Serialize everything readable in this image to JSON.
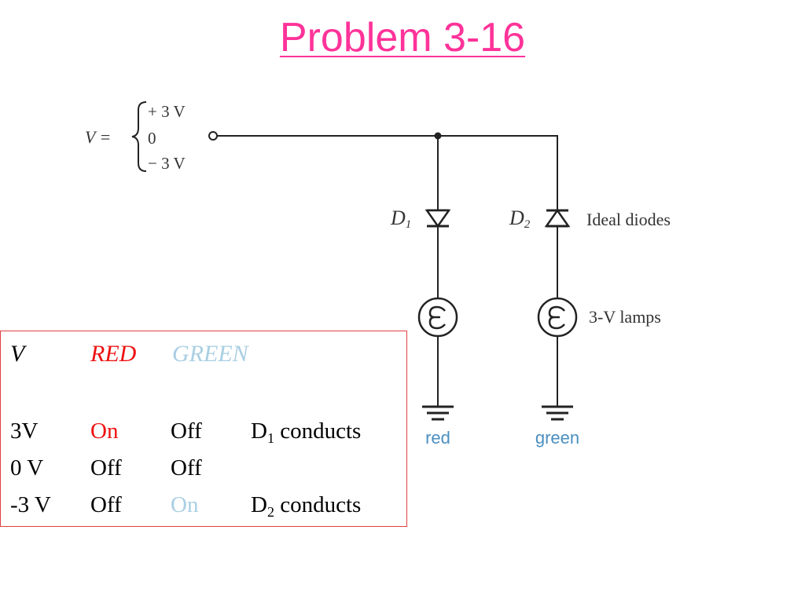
{
  "title": "Problem 3-16",
  "circuit": {
    "source_label": "V =",
    "source_values": [
      "+ 3  V",
      "0",
      "− 3  V"
    ],
    "diode1": {
      "letter": "D",
      "sub": "1"
    },
    "diode2": {
      "letter": "D",
      "sub": "2"
    },
    "diodes_label": "Ideal diodes",
    "lamps_label": "3-V  lamps",
    "lamp1_label": "red",
    "lamp2_label": "green",
    "colors": {
      "red_label": "#4a8fc0",
      "green_label": "#4a8fc0"
    }
  },
  "table": {
    "headers": {
      "v": "V",
      "red": "RED",
      "green": "GREEN"
    },
    "rows": [
      {
        "v": "3V",
        "red": "On",
        "green": "Off",
        "note_pre": "D",
        "note_sub": "1",
        "note_post": " conducts"
      },
      {
        "v": "0 V",
        "red": "Off",
        "green": "Off",
        "note_pre": "",
        "note_sub": "",
        "note_post": ""
      },
      {
        "v": "-3 V",
        "red": "Off",
        "green": "On",
        "note_pre": "D",
        "note_sub": "2",
        "note_post": " conducts"
      }
    ],
    "colors": {
      "border": "#e04040",
      "red": "#ee1111",
      "green": "#a9cfe3"
    }
  }
}
